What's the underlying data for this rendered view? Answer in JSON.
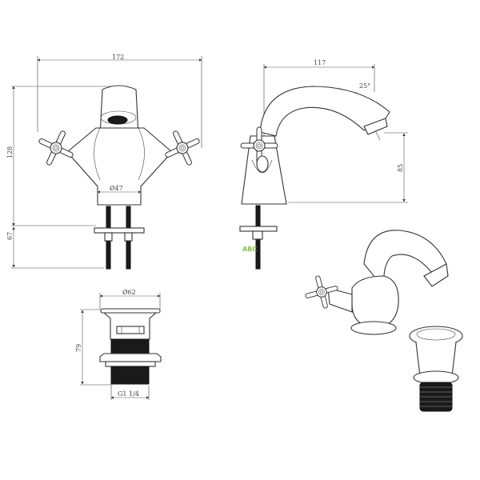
{
  "drawing": {
    "front_view": {
      "width_label": "172",
      "height_label": "128",
      "below_label": "67",
      "base_diameter_label": "Ø47"
    },
    "side_view": {
      "reach_label": "117",
      "angle_label": "25°",
      "spout_height_label": "85"
    },
    "waste": {
      "diameter_label": "Ø62",
      "height_label": "79",
      "thread_label": "G1 1/4"
    },
    "logo": {
      "text": "ABC",
      "color": "#8bc34a"
    }
  }
}
